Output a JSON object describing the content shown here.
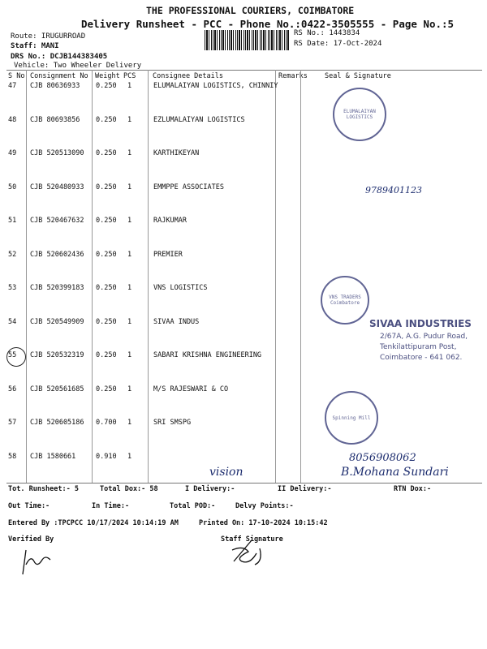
{
  "header": {
    "company": "THE PROFESSIONAL COURIERS, COIMBATORE",
    "subtitle": "Delivery Runsheet - PCC - Phone No.:0422-3505555 - Page No.:5",
    "route": "Route: IRUGURROAD",
    "staff": "Staff: MANI",
    "drs": "DRS No.: DCJB144383405",
    "vehicle": "Vehicle: Two Wheeler Delivery",
    "rs_no": "RS No.: 1443834",
    "rs_date": "RS Date: 17-Oct-2024"
  },
  "table": {
    "columns": [
      "S No",
      "Consignment No",
      "Weight",
      "PCS",
      "Consignee Details",
      "Remarks",
      "Seal & Signature"
    ],
    "rows": [
      {
        "sno": "47",
        "cn": "CJB 80636933",
        "weight": "0.250",
        "pcs": "1",
        "consignee": "ELUMALAIYAN LOGISTICS, CHINNIY"
      },
      {
        "sno": "48",
        "cn": "CJB 80693856",
        "weight": "0.250",
        "pcs": "1",
        "consignee": "EZLUMALAIYAN  LOGISTICS"
      },
      {
        "sno": "49",
        "cn": "CJB 520513090",
        "weight": "0.250",
        "pcs": "1",
        "consignee": "KARTHIKEYAN"
      },
      {
        "sno": "50",
        "cn": "CJB 520480933",
        "weight": "0.250",
        "pcs": "1",
        "consignee": "EMMPPE ASSOCIATES"
      },
      {
        "sno": "51",
        "cn": "CJB 520467632",
        "weight": "0.250",
        "pcs": "1",
        "consignee": "RAJKUMAR"
      },
      {
        "sno": "52",
        "cn": "CJB 520602436",
        "weight": "0.250",
        "pcs": "1",
        "consignee": "PREMIER"
      },
      {
        "sno": "53",
        "cn": "CJB 520399183",
        "weight": "0.250",
        "pcs": "1",
        "consignee": "VNS  LOGISTICS"
      },
      {
        "sno": "54",
        "cn": "CJB 520549909",
        "weight": "0.250",
        "pcs": "1",
        "consignee": "SIVAA INDUS"
      },
      {
        "sno": "55",
        "cn": "CJB 520532319",
        "weight": "0.250",
        "pcs": "1",
        "consignee": "SABARI KRISHNA ENGINEERING"
      },
      {
        "sno": "56",
        "cn": "CJB 520561685",
        "weight": "0.250",
        "pcs": "1",
        "consignee": "M/S RAJESWARI & CO"
      },
      {
        "sno": "57",
        "cn": "CJB 520605186",
        "weight": "0.700",
        "pcs": "1",
        "consignee": "SRI  SMSPG"
      },
      {
        "sno": "58",
        "cn": "CJB 1580661",
        "weight": "0.910",
        "pcs": "1",
        "consignee": ""
      }
    ]
  },
  "handwriting": {
    "phone": "8056908062",
    "vision": "vision",
    "name": "B.Mohana Sundari",
    "note": "9789401123"
  },
  "stamps": {
    "elumalaiyan": "ELUMALAIYAN LOGISTICS",
    "vns": "VNS TRADERS Coimbatore",
    "sivaa": "SIVAA INDUSTRIES",
    "sivaa_addr1": "2/67A, A.G. Pudur Road,",
    "sivaa_addr2": "Tenkilattipuram Post,",
    "sivaa_addr3": "Coimbatore - 641 062.",
    "mill": "Spinning Mill"
  },
  "footer": {
    "tot_runsheet": "Tot. Runsheet:- 5",
    "total_dox": "Total Dox:-   58",
    "i_delivery": "I Delivery:-",
    "ii_delivery": "II Delivery:-",
    "rtn_dox": "RTN Dox:-",
    "out_time": "Out Time:-",
    "in_time": "In Time:-",
    "total_pod": "Total POD:-",
    "delvy_points": "Delvy Points:-",
    "entered_by": "Entered By :TPCPCC 10/17/2024 10:14:19 AM",
    "printed_on": "Printed On: 17-10-2024 10:15:42",
    "verified_by": "Verified By",
    "staff_signature": "Staff Signature"
  }
}
